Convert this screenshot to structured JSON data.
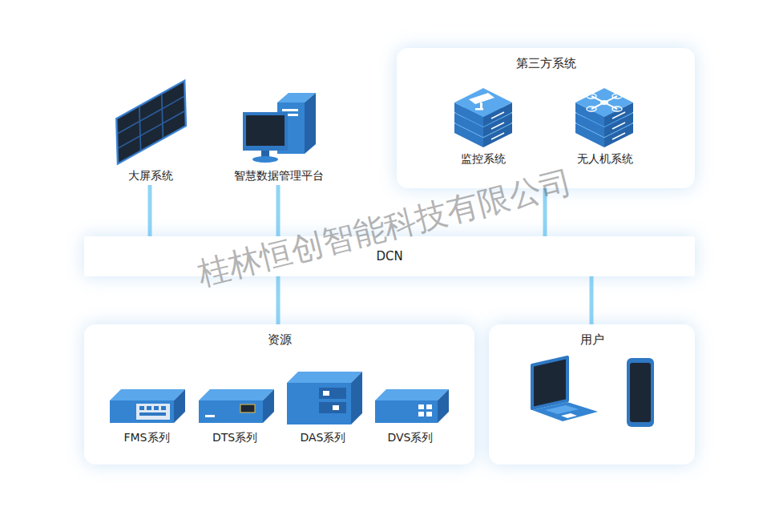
{
  "diagram": {
    "nodes": [
      {
        "text": [
          "大屏系统"
        ]
      },
      {
        "text": [
          "智慧数据管理平台"
        ]
      },
      {
        "text": [
          "第三方系统"
        ]
      },
      {
        "text": [
          "监控系统"
        ],
        "in": 2
      },
      {
        "text": [
          "无人机系统"
        ],
        "in": 2
      },
      {
        "text": [
          "DCN"
        ]
      },
      {
        "text": [
          "资源"
        ]
      },
      {
        "text": [
          "FMS系列"
        ],
        "in": 6
      },
      {
        "text": [
          "DTS系列"
        ],
        "in": 6
      },
      {
        "text": [
          "DAS系列"
        ],
        "in": 6
      },
      {
        "text": [
          "DVS系列"
        ],
        "in": 6
      },
      {
        "text": [
          "用户"
        ]
      }
    ],
    "edges": [
      {
        "from": 0,
        "to": 5,
        "arrow": "none"
      },
      {
        "from": 1,
        "to": 5,
        "arrow": "none"
      },
      {
        "from": 2,
        "to": 5,
        "arrow": "none"
      },
      {
        "from": 5,
        "to": 6,
        "arrow": "none"
      },
      {
        "from": 5,
        "to": 11,
        "arrow": "none"
      }
    ],
    "labels": [
      "桂林恒创智能科技有限公司"
    ]
  }
}
